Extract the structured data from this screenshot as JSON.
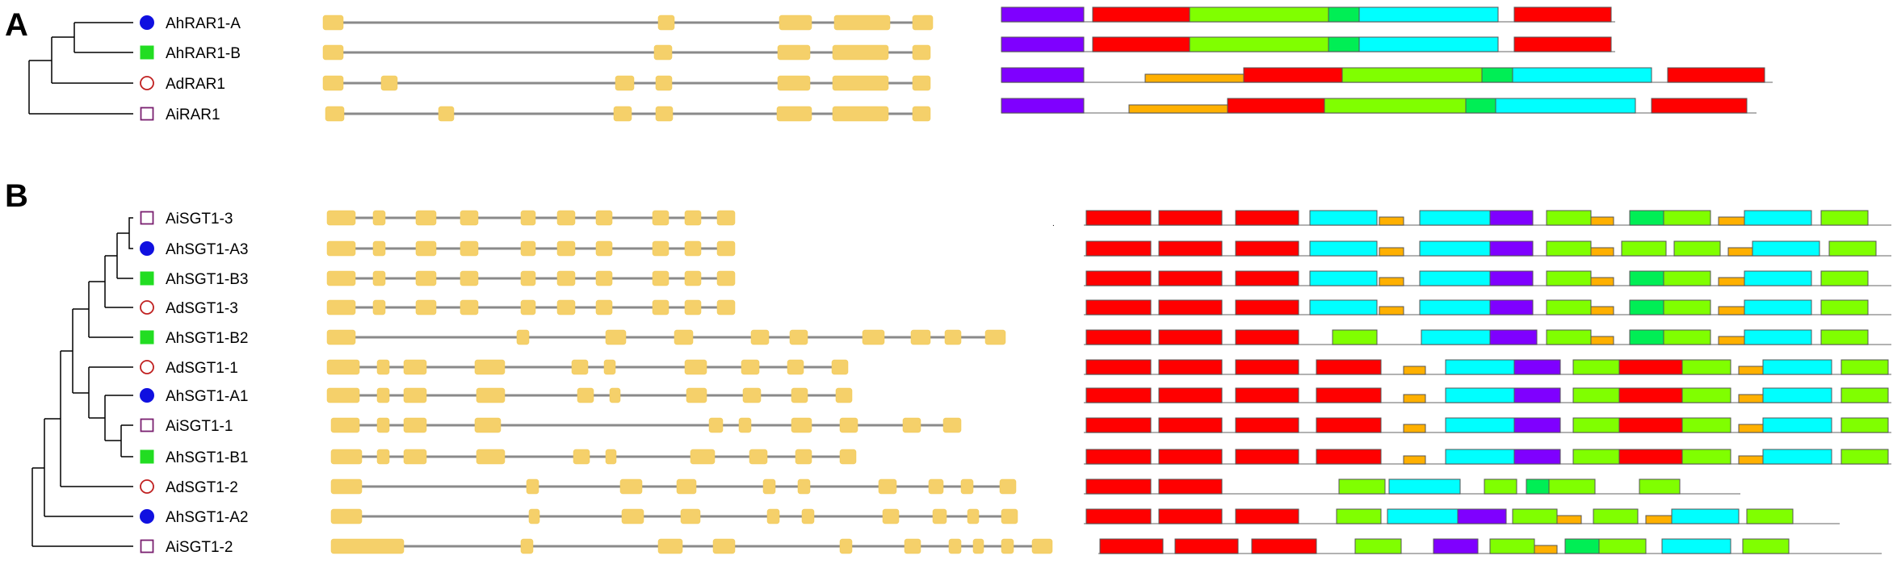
{
  "panels": [
    {
      "id": "A",
      "label": "A"
    },
    {
      "id": "B",
      "label": "B"
    }
  ],
  "legend_markers": {
    "circle_blue": {
      "shape": "filled-circle",
      "color": "#1010e0"
    },
    "square_green": {
      "shape": "filled-square",
      "color": "#22dd22"
    },
    "circle_red_open": {
      "shape": "open-circle",
      "color": "#c02020"
    },
    "square_purple_open": {
      "shape": "open-square",
      "color": "#7a2070"
    }
  },
  "domain_colors": {
    "purple": "#7f00ff",
    "red": "#ff0000",
    "green": "#80ff00",
    "dgreen": "#00ee55",
    "cyan": "#00ffff",
    "orange": "#ffb000"
  },
  "exon_color": "#f5d06a",
  "intron_color": "#8a8a8a",
  "genes_A": [
    {
      "name": "AhRAR1-A",
      "marker": "circle_blue"
    },
    {
      "name": "AhRAR1-B",
      "marker": "square_green"
    },
    {
      "name": "AdRAR1",
      "marker": "circle_red_open"
    },
    {
      "name": "AiRAR1",
      "marker": "square_purple_open"
    }
  ],
  "genes_B": [
    {
      "name": "AiSGT1-3",
      "marker": "square_purple_open"
    },
    {
      "name": "AhSGT1-A3",
      "marker": "circle_blue"
    },
    {
      "name": "AhSGT1-B3",
      "marker": "square_green"
    },
    {
      "name": "AdSGT1-3",
      "marker": "circle_red_open"
    },
    {
      "name": "AhSGT1-B2",
      "marker": "square_green"
    },
    {
      "name": "AdSGT1-1",
      "marker": "circle_red_open"
    },
    {
      "name": "AhSGT1-A1",
      "marker": "circle_blue"
    },
    {
      "name": "AiSGT1-1",
      "marker": "square_purple_open"
    },
    {
      "name": "AhSGT1-B1",
      "marker": "square_green"
    },
    {
      "name": "AdSGT1-2",
      "marker": "circle_red_open"
    },
    {
      "name": "AhSGT1-A2",
      "marker": "circle_blue"
    },
    {
      "name": "AiSGT1-2",
      "marker": "square_purple_open"
    }
  ]
}
